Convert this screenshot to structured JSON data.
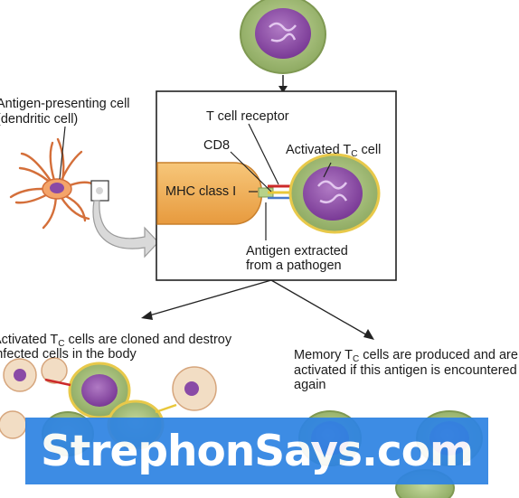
{
  "labels": {
    "apc_line1": "Antigen-presenting cell",
    "apc_line2": "(dendritic cell)",
    "t_cell_receptor": "T cell receptor",
    "cd8": "CD8",
    "activated_tc_prefix": "Activated T",
    "activated_tc_sub": "C",
    "activated_tc_suffix": " cell",
    "mhc_class_i": "MHC class I",
    "antigen_line1": "Antigen extracted",
    "antigen_line2": "from a pathogen",
    "cloned_line1_prefix": "Activated T",
    "cloned_line1_sub": "C",
    "cloned_line1_suffix": " cells are cloned and destroy",
    "cloned_line2": "infected cells in the body",
    "memory_line1_prefix": "Memory T",
    "memory_line1_sub": "C",
    "memory_line1_suffix": " cells are produced and are",
    "memory_line2": "activated if this antigen is encountered",
    "memory_line3": "again"
  },
  "watermark": "StrephonSays.com",
  "colors": {
    "cell_green": "#a6c07a",
    "nucleus_purple": "#8a4aa6",
    "mhc_orange": "#f2b15a",
    "watermark_blue": "#2f84e3"
  }
}
